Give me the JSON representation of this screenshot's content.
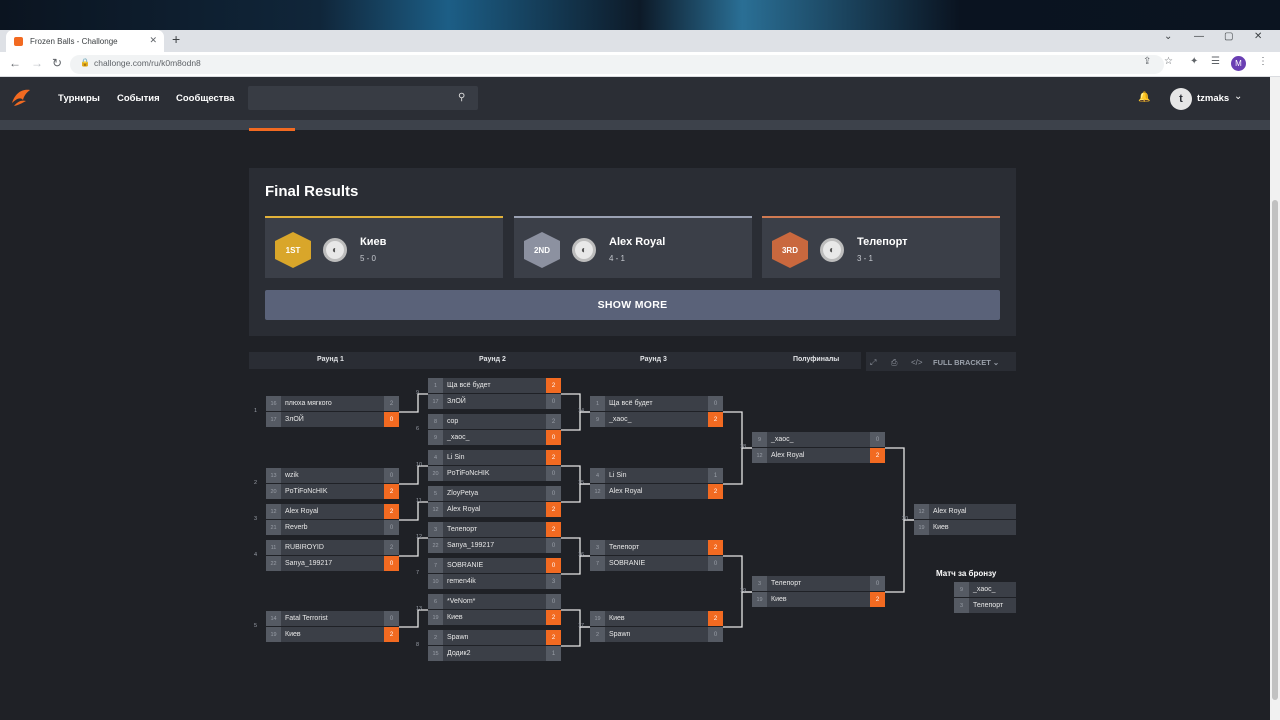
{
  "browser": {
    "tab_title": "Frozen Balls - Challonge",
    "new_tab": "+",
    "url": "challonge.com/ru/k0m8odn8",
    "profile_initial": "M",
    "win_min": "—",
    "win_max": "▢",
    "win_close": "✕",
    "tab_close": "✕",
    "back": "←",
    "forward": "→",
    "reload": "↻",
    "lock": "🔒",
    "share": "⇪",
    "star": "☆",
    "ext": "✦",
    "menu_list": "☰",
    "kebab": "⋮",
    "chev": "⌄"
  },
  "header": {
    "nav": [
      "Турниры",
      "События",
      "Сообщества"
    ],
    "search_icon": "⚲",
    "bell": "🔔",
    "user_avatar": "t",
    "username": "tzmaks",
    "user_chev": "⌄"
  },
  "results": {
    "title": "Final Results",
    "show_more": "SHOW MORE",
    "places": [
      {
        "medal": "1ST",
        "name": "Киев",
        "score": "5 - 0",
        "color": "#d9a62a",
        "border": "#e2b23a"
      },
      {
        "medal": "2ND",
        "name": "Alex Royal",
        "score": "4 - 1",
        "color": "#8c91a0",
        "border": "#9aa1b3"
      },
      {
        "medal": "3RD",
        "name": "Телепорт",
        "score": "3 - 1",
        "color": "#c9683e",
        "border": "#d07a52"
      }
    ]
  },
  "bracket": {
    "rounds": [
      "Раунд 1",
      "Раунд 2",
      "Раунд 3",
      "Полуфиналы"
    ],
    "controls": {
      "expand": "⤢",
      "print": "⎙",
      "embed": "</>",
      "full": "FULL BRACKET",
      "chev": "⌄"
    },
    "bronze_title": "Матч за бронзу",
    "matches": [
      {
        "id": "1",
        "p": [
          {
            "s": "16",
            "n": "плюха мягкого",
            "sc": "2",
            "w": false
          },
          {
            "s": "17",
            "n": "ЗлОЙ",
            "sc": "0",
            "w": true
          }
        ]
      },
      {
        "id": "2",
        "p": [
          {
            "s": "13",
            "n": "wzik",
            "sc": "0",
            "w": false
          },
          {
            "s": "20",
            "n": "PoTiFoNcHIK",
            "sc": "2",
            "w": true
          }
        ]
      },
      {
        "id": "3",
        "p": [
          {
            "s": "12",
            "n": "Alex Royal",
            "sc": "2",
            "w": true
          },
          {
            "s": "21",
            "n": "Reverb",
            "sc": "0",
            "w": false
          }
        ]
      },
      {
        "id": "4",
        "p": [
          {
            "s": "11",
            "n": "RUBIROYID",
            "sc": "2",
            "w": false
          },
          {
            "s": "22",
            "n": "Sanya_199217",
            "sc": "0",
            "w": true
          }
        ]
      },
      {
        "id": "5",
        "p": [
          {
            "s": "14",
            "n": "Fatal Terrorist",
            "sc": "0",
            "w": false
          },
          {
            "s": "19",
            "n": "Киев",
            "sc": "2",
            "w": true
          }
        ]
      },
      {
        "id": "9",
        "p": [
          {
            "s": "1",
            "n": "Ща всё будет",
            "sc": "2",
            "w": true
          },
          {
            "s": "17",
            "n": "ЗлОЙ",
            "sc": "0",
            "w": false
          }
        ]
      },
      {
        "id": "6",
        "p": [
          {
            "s": "8",
            "n": "cop",
            "sc": "2",
            "w": false
          },
          {
            "s": "9",
            "n": "_хаос_",
            "sc": "0",
            "w": true
          }
        ]
      },
      {
        "id": "10",
        "p": [
          {
            "s": "4",
            "n": "Li Sin",
            "sc": "2",
            "w": true
          },
          {
            "s": "20",
            "n": "PoTiFoNcHIK",
            "sc": "0",
            "w": false
          }
        ]
      },
      {
        "id": "11",
        "p": [
          {
            "s": "5",
            "n": "ZloyPetya",
            "sc": "0",
            "w": false
          },
          {
            "s": "12",
            "n": "Alex Royal",
            "sc": "2",
            "w": true
          }
        ]
      },
      {
        "id": "12",
        "p": [
          {
            "s": "3",
            "n": "Телепорт",
            "sc": "2",
            "w": true
          },
          {
            "s": "22",
            "n": "Sanya_199217",
            "sc": "0",
            "w": false
          }
        ]
      },
      {
        "id": "7",
        "p": [
          {
            "s": "7",
            "n": "SOBRANIE",
            "sc": "0",
            "w": true
          },
          {
            "s": "10",
            "n": "remen4ik",
            "sc": "3",
            "w": false
          }
        ]
      },
      {
        "id": "13",
        "p": [
          {
            "s": "6",
            "n": "*VeNom*",
            "sc": "0",
            "w": false
          },
          {
            "s": "19",
            "n": "Киев",
            "sc": "2",
            "w": true
          }
        ]
      },
      {
        "id": "8",
        "p": [
          {
            "s": "2",
            "n": "Spawn",
            "sc": "2",
            "w": true
          },
          {
            "s": "15",
            "n": "Додик2",
            "sc": "1",
            "w": false
          }
        ]
      },
      {
        "id": "14",
        "p": [
          {
            "s": "1",
            "n": "Ща всё будет",
            "sc": "0",
            "w": false
          },
          {
            "s": "9",
            "n": "_хаос_",
            "sc": "2",
            "w": true
          }
        ]
      },
      {
        "id": "15",
        "p": [
          {
            "s": "4",
            "n": "Li Sin",
            "sc": "1",
            "w": false
          },
          {
            "s": "12",
            "n": "Alex Royal",
            "sc": "2",
            "w": true
          }
        ]
      },
      {
        "id": "16",
        "p": [
          {
            "s": "3",
            "n": "Телепорт",
            "sc": "2",
            "w": true
          },
          {
            "s": "7",
            "n": "SOBRANIE",
            "sc": "0",
            "w": false
          }
        ]
      },
      {
        "id": "17",
        "p": [
          {
            "s": "19",
            "n": "Киев",
            "sc": "2",
            "w": true
          },
          {
            "s": "2",
            "n": "Spawn",
            "sc": "0",
            "w": false
          }
        ]
      },
      {
        "id": "18",
        "p": [
          {
            "s": "9",
            "n": "_хаос_",
            "sc": "0",
            "w": false
          },
          {
            "s": "12",
            "n": "Alex Royal",
            "sc": "2",
            "w": true
          }
        ]
      },
      {
        "id": "19",
        "p": [
          {
            "s": "3",
            "n": "Телепорт",
            "sc": "0",
            "w": false
          },
          {
            "s": "19",
            "n": "Киев",
            "sc": "2",
            "w": true
          }
        ]
      },
      {
        "id": "20",
        "p": [
          {
            "s": "12",
            "n": "Alex Royal",
            "sc": "",
            "w": false
          },
          {
            "s": "19",
            "n": "Киев",
            "sc": "",
            "w": false
          }
        ]
      },
      {
        "id": "",
        "p": [
          {
            "s": "9",
            "n": "_хаос_",
            "sc": "",
            "w": false
          },
          {
            "s": "3",
            "n": "Телепорт",
            "sc": "",
            "w": false
          }
        ]
      }
    ]
  }
}
